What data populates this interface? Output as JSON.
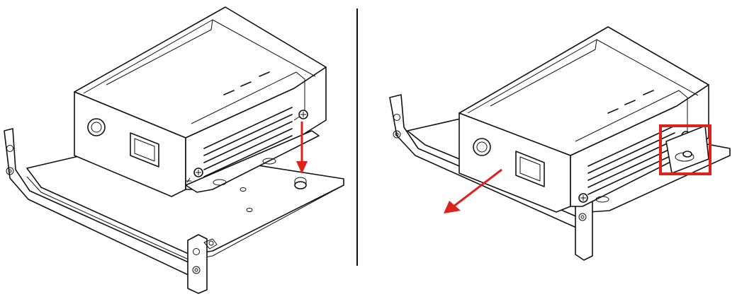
{
  "colors": {
    "line": "#111111",
    "accent": "#e0201b",
    "background": "#ffffff"
  },
  "panels": [
    {
      "name": "step-before",
      "arrow": "down",
      "highlight": false
    },
    {
      "name": "step-after",
      "arrow": "down-left",
      "highlight": true
    }
  ]
}
